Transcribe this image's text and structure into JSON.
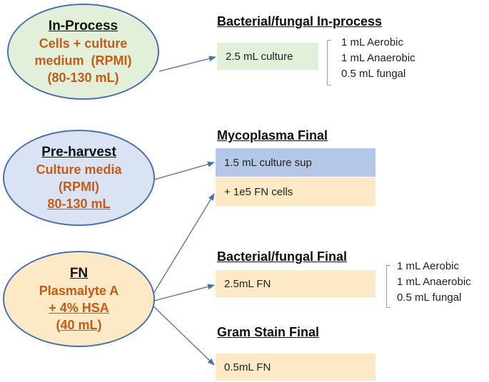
{
  "nodes": {
    "in_process": {
      "title": "In-Process",
      "lines": [
        "Cells + culture",
        "medium  (RPMI)",
        "(80-130 mL)"
      ]
    },
    "pre_harvest": {
      "title": "Pre-harvest",
      "lines": [
        "Culture media",
        "(RPMI)",
        "80-130 mL"
      ]
    },
    "fn": {
      "title": "FN",
      "lines": [
        "Plasmalyte A",
        "+ 4% HSA",
        "(40 mL)"
      ]
    }
  },
  "sections": {
    "bacterial_inprocess": {
      "heading": "Bacterial/fungal In-process",
      "box": "2.5 mL culture",
      "items": [
        "1 mL Aerobic",
        "1 mL Anaerobic",
        "0.5 mL fungal"
      ]
    },
    "mycoplasma_final": {
      "heading": "Mycoplasma Final",
      "box1": "1.5 mL culture sup",
      "box2": "+ 1e5 FN cells"
    },
    "bacterial_final": {
      "heading": "Bacterial/fungal Final",
      "box": "2.5mL FN",
      "items": [
        "1 mL Aerobic",
        "1 mL Anaerobic",
        "0.5 mL fungal"
      ]
    },
    "gram_stain_final": {
      "heading": "Gram Stain Final",
      "box": "0.5mL FN"
    }
  },
  "colors": {
    "green_fill": "#e2efd9",
    "blue_fill": "#dae3f3",
    "orange_fill": "#fde9c6",
    "box_green": "#e2efd9",
    "box_blue": "#b4c7e7",
    "box_orange": "#fde9c6",
    "accent_text": "#c65b15",
    "arrow": "#4a72b0"
  }
}
